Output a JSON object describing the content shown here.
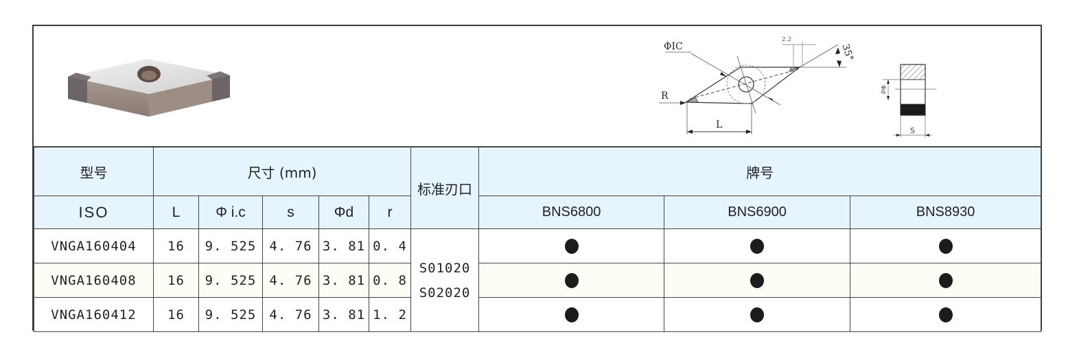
{
  "figure": {
    "photo_label": "VNGA insert product photo",
    "diagram_labels": {
      "ic": "ΦIC",
      "r": "R",
      "l": "L",
      "chamfer": "2.2",
      "angle": "35°",
      "d": "Φd",
      "s": "S"
    }
  },
  "table": {
    "header_row1": {
      "model": "型号",
      "dimensions": "尺寸 (mm)",
      "edge": "标准刃口",
      "grade": "牌号"
    },
    "header_row2": {
      "iso": "ISO",
      "columns": [
        "L",
        "Φ i.c",
        "s",
        "Φd",
        "r"
      ],
      "grades": [
        "BNS6800",
        "BNS6900",
        "BNS8930"
      ]
    },
    "edge_types": [
      "S01020",
      "S02020"
    ],
    "rows": [
      {
        "iso": "VNGA160404",
        "L": "16",
        "ic": "9. 525",
        "s": "4. 76",
        "d": "3. 81",
        "r": "0. 4",
        "grades": [
          "●",
          "●",
          "●"
        ]
      },
      {
        "iso": "VNGA160408",
        "L": "16",
        "ic": "9. 525",
        "s": "4. 76",
        "d": "3. 81",
        "r": "0. 8",
        "grades": [
          "●",
          "●",
          "●"
        ]
      },
      {
        "iso": "VNGA160412",
        "L": "16",
        "ic": "9. 525",
        "s": "4. 76",
        "d": "3. 81",
        "r": "1. 2",
        "grades": [
          "●",
          "●",
          "●"
        ]
      }
    ]
  },
  "colors": {
    "header_bg": "#e5f4fd",
    "alt_row_bg": "#fdfcf5",
    "border": "#444444",
    "dot": "#1c1c1c"
  }
}
